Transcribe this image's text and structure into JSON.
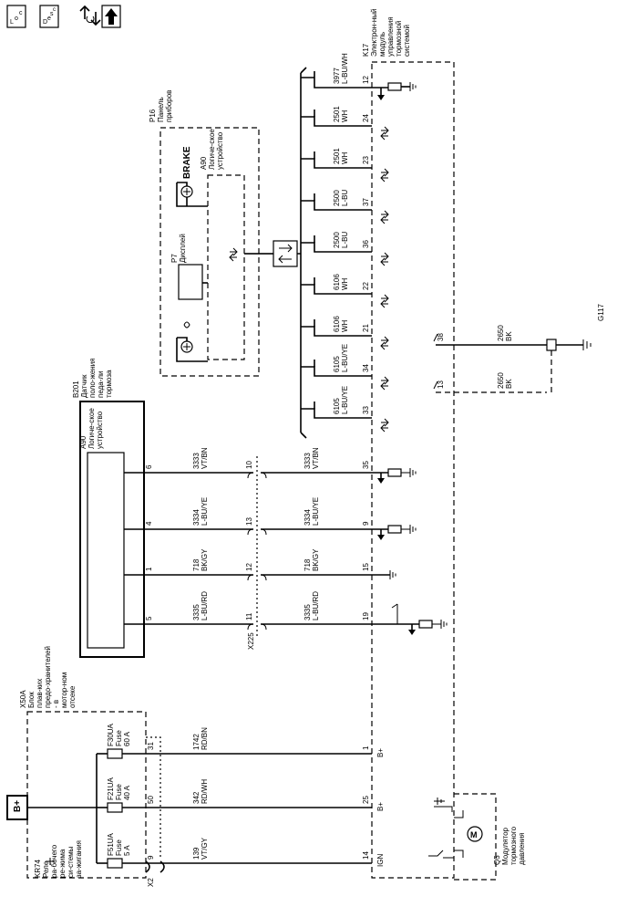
{
  "header_icons": [
    {
      "label": "LOC",
      "icon": "loc-icon"
    },
    {
      "label": "DESC",
      "icon": "desc-icon"
    },
    {
      "label": "",
      "icon": "service-info-icon"
    },
    {
      "label": "",
      "icon": "up-arrow-icon"
    }
  ],
  "battery_label": "B+",
  "ground_label": "G117",
  "components": {
    "k17": {
      "id": "K17",
      "name": "Электрон-ный модуль управления тормозной системой"
    },
    "p16": {
      "id": "P16",
      "name": "Панель приборов"
    },
    "p16_a90": {
      "id": "A90",
      "name": "Логиче-ское устройство"
    },
    "p7": {
      "id": "P7",
      "name": "Дисплей"
    },
    "brake": "BRAKE",
    "b201": {
      "id": "B201",
      "name": "Датчик поло-жения педа-ли тормоза"
    },
    "b201_a90": {
      "id": "A90",
      "name": "Логиче-ское устройство"
    },
    "x50a": {
      "id": "X50A",
      "name": "Блок плав-ких предо-хранителей - в мотор-ном отсеке"
    },
    "kr74": {
      "id": "KR74",
      "name": "Реле ра-бочего ре-жима си-стемы за-жигания"
    },
    "q5": {
      "id": "Q5",
      "name": "Модулятор тормозного давления"
    },
    "x225": "X225",
    "x2": "X2"
  },
  "fuses": [
    {
      "name": "F30UA",
      "type": "Fuse",
      "rating": "60 A",
      "pin": "31"
    },
    {
      "name": "F21UA",
      "type": "Fuse",
      "rating": "40 A",
      "pin": "50"
    },
    {
      "name": "F51UA",
      "type": "Fuse",
      "rating": "5 A",
      "pin": "9"
    }
  ],
  "k17_data_wires": [
    {
      "circuit": "3977",
      "color": "L-BU/WH",
      "pin": "12"
    },
    {
      "circuit": "2501",
      "color": "WH",
      "pin": "24"
    },
    {
      "circuit": "2501",
      "color": "WH",
      "pin": "23"
    },
    {
      "circuit": "2500",
      "color": "L-BU",
      "pin": "37"
    },
    {
      "circuit": "2500",
      "color": "L-BU",
      "pin": "36"
    },
    {
      "circuit": "6106",
      "color": "WH",
      "pin": "22"
    },
    {
      "circuit": "6106",
      "color": "WH",
      "pin": "21"
    },
    {
      "circuit": "6105",
      "color": "L-BU/YE",
      "pin": "34"
    },
    {
      "circuit": "6105",
      "color": "L-BU/YE",
      "pin": "33"
    }
  ],
  "ground_wires": [
    {
      "circuit": "2650",
      "color": "BK",
      "pin": "38"
    },
    {
      "circuit": "2650",
      "color": "BK",
      "pin": "13"
    }
  ],
  "sensor_wires": [
    {
      "b201_pin": "6",
      "circuit": "3333",
      "color": "VT/BN",
      "x225_pin": "10",
      "k17_pin": "35"
    },
    {
      "b201_pin": "4",
      "circuit": "3334",
      "color": "L-BU/YE",
      "x225_pin": "13",
      "k17_pin": "9"
    },
    {
      "b201_pin": "1",
      "circuit": "718",
      "color": "BK/GY",
      "x225_pin": "12",
      "k17_pin": "15"
    },
    {
      "b201_pin": "5",
      "circuit": "3335",
      "color": "L-BU/RD",
      "x225_pin": "11",
      "k17_pin": "19"
    }
  ],
  "power_wires": [
    {
      "circuit": "1742",
      "color": "RD/BN",
      "k17_pin": "1",
      "k17_label": "B+"
    },
    {
      "circuit": "342",
      "color": "RD/WH",
      "k17_pin": "25",
      "k17_label": "B+"
    },
    {
      "circuit": "139",
      "color": "VT/GY",
      "k17_pin": "14",
      "k17_label": "IGN"
    }
  ]
}
